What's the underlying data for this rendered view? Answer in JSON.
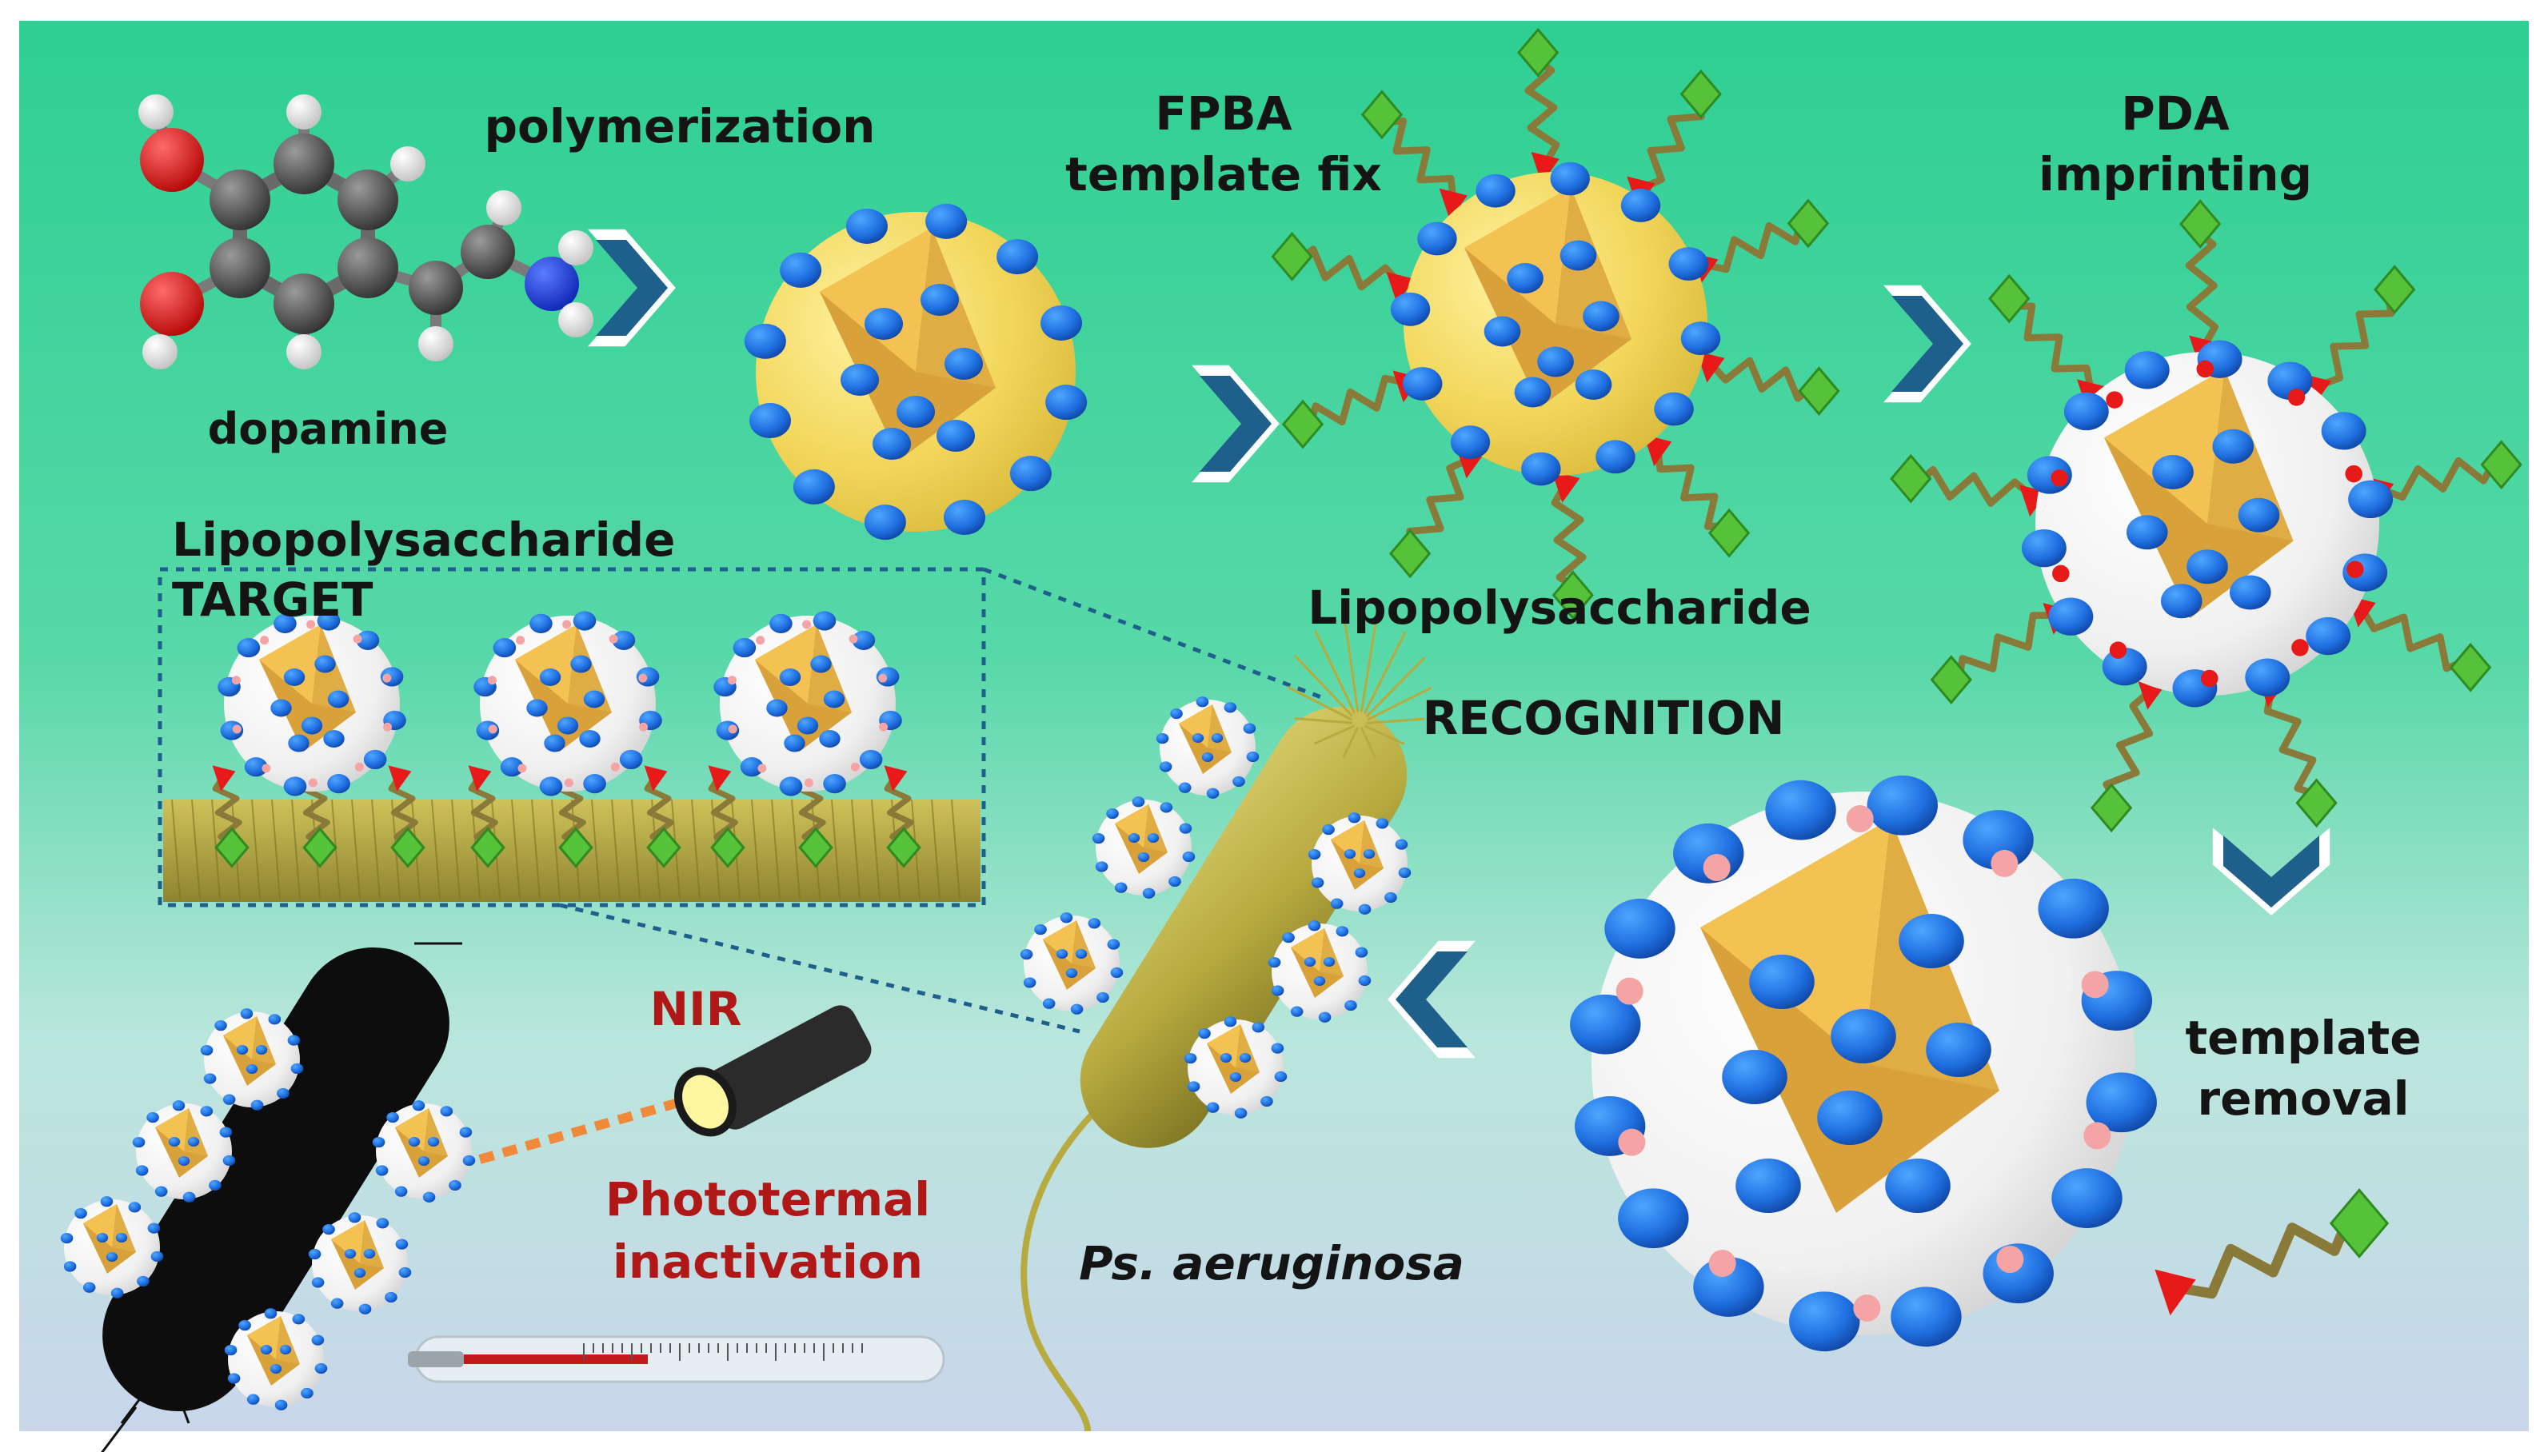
{
  "labels": {
    "dopamine": "dopamine",
    "polymerization": "polymerization",
    "fpba_line1": "FPBA",
    "fpba_line2": "template fix",
    "pda_line1": "PDA",
    "pda_line2": "imprinting",
    "lps_mid": "Lipopolysaccharide",
    "lps_target_line1": "Lipopolysaccharide",
    "lps_target_line2": "TARGET",
    "recognition": "RECOGNITION",
    "template_line1": "template",
    "template_line2": "removal",
    "nir": "NIR",
    "photo_line1": "Phototermal",
    "photo_line2": "inactivation",
    "species": "Ps. aeruginosa"
  },
  "colors": {
    "bg_top": "#2ecf93",
    "bg_mid": "#b9e6dc",
    "bg_bottom": "#c9d6ea",
    "arrow_blue": "#1f5f8b",
    "bead_blue": "#1f6fe0",
    "core_yellow": "#f2d65a",
    "bacterium": "#b7aa3f",
    "alert_red": "#b01818",
    "text": "#141414"
  }
}
